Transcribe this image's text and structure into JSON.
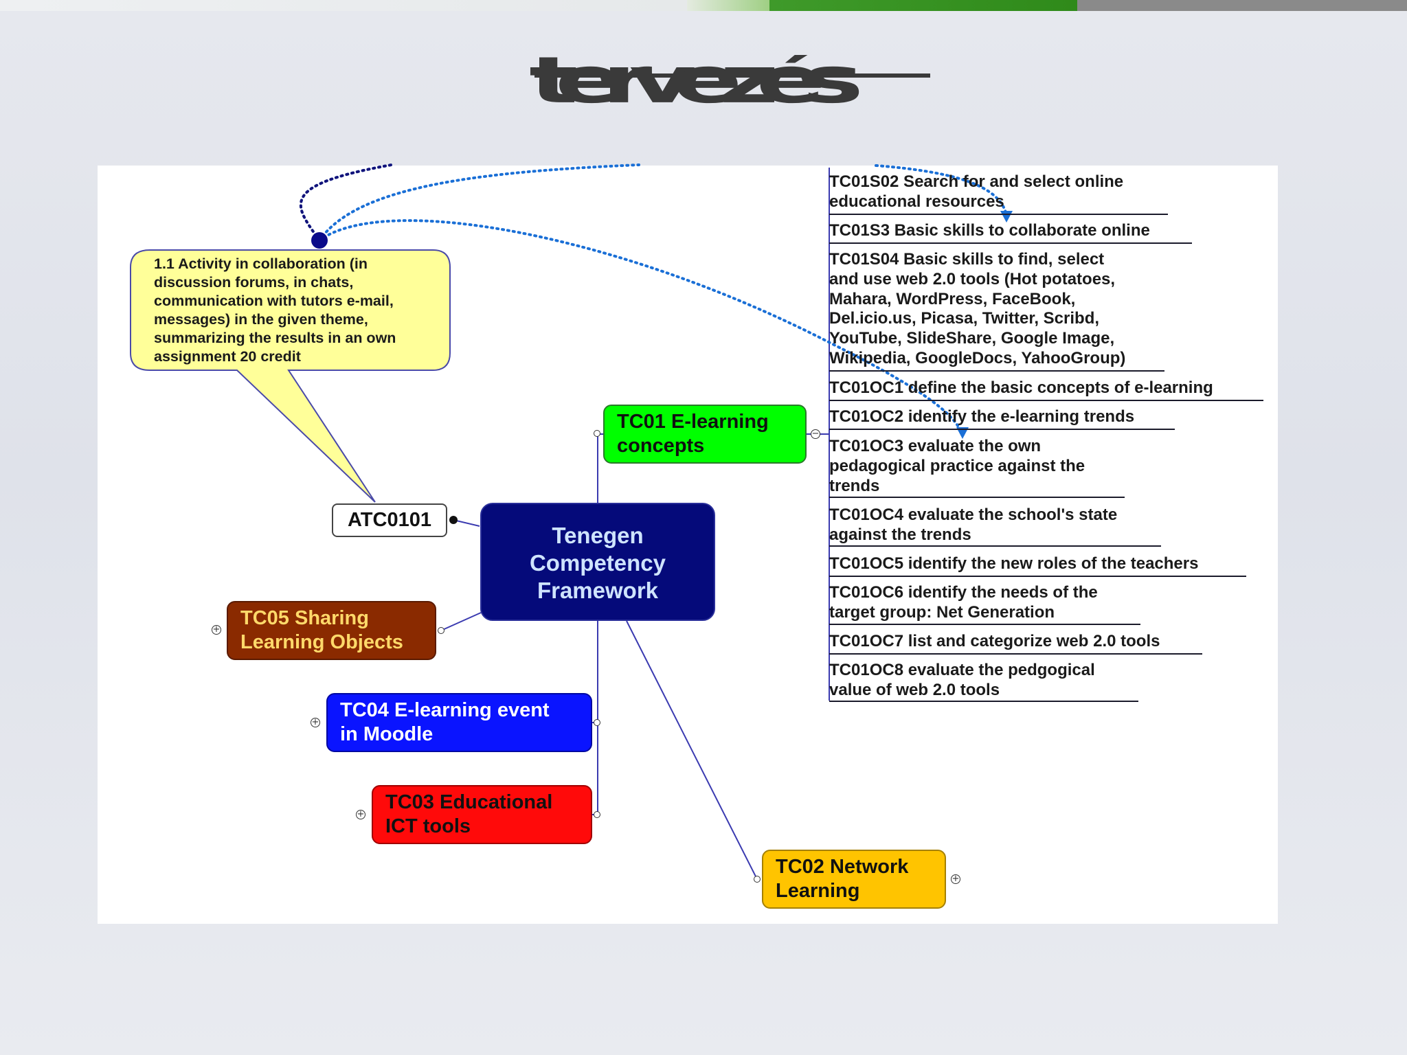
{
  "slide": {
    "title": "tervezés"
  },
  "colors": {
    "central": "#050a7a",
    "tc01": "#00ff00",
    "tc02": "#ffc400",
    "tc03": "#ff0a0a",
    "tc04": "#0a14ff",
    "tc05": "#8a2a00",
    "callout": "#ffff99",
    "dotted_link": "#1a6fd6"
  },
  "map": {
    "central": {
      "lines": [
        "Tenegen",
        "Competency",
        "Framework"
      ]
    },
    "atc": {
      "label": "ATC0101"
    },
    "callout": {
      "lines": [
        "1.1 Activity in collaboration (in",
        "discussion forums, in chats,",
        "communication with tutors e-mail,",
        "messages) in the given theme,",
        "summarizing the results in an own",
        "assignment 20 credit"
      ]
    },
    "tc01": {
      "lines": [
        "TC01 E-learning",
        "concepts"
      ]
    },
    "tc02": {
      "lines": [
        "TC02 Network",
        "Learning"
      ]
    },
    "tc03": {
      "lines": [
        "TC03 Educational",
        "ICT tools"
      ]
    },
    "tc04": {
      "lines": [
        "TC04 E-learning event",
        "in Moodle"
      ]
    },
    "tc05": {
      "lines": [
        "TC05 Sharing",
        "Learning Objects"
      ]
    },
    "tc01_children": [
      {
        "lines": [
          "TC01S02 Search for and select online",
          "educational resources"
        ]
      },
      {
        "lines": [
          "TC01S3 Basic skills to collaborate online"
        ]
      },
      {
        "lines": [
          "TC01S04 Basic skills to find, select",
          "and use web 2.0 tools (Hot potatoes,",
          "Mahara, WordPress, FaceBook,",
          "Del.icio.us, Picasa, Twitter, Scribd,",
          "YouTube, SlideShare, Google Image,",
          "Wikipedia, GoogleDocs, YahooGroup)"
        ]
      },
      {
        "lines": [
          "TC01OC1 define the basic concepts of e-learning"
        ]
      },
      {
        "lines": [
          "TC01OC2 identify the e-learning trends"
        ]
      },
      {
        "lines": [
          "TC01OC3 evaluate the own",
          "pedagogical practice against the",
          "trends"
        ]
      },
      {
        "lines": [
          "TC01OC4 evaluate the school's state",
          "against the trends"
        ]
      },
      {
        "lines": [
          "TC01OC5 identify the new roles of the teachers"
        ]
      },
      {
        "lines": [
          "TC01OC6 identify the needs of the",
          "target group: Net Generation"
        ]
      },
      {
        "lines": [
          "TC01OC7 list and categorize web 2.0 tools"
        ]
      },
      {
        "lines": [
          "TC01OC8 evaluate the pedgogical",
          "value of web 2.0 tools"
        ]
      }
    ]
  }
}
